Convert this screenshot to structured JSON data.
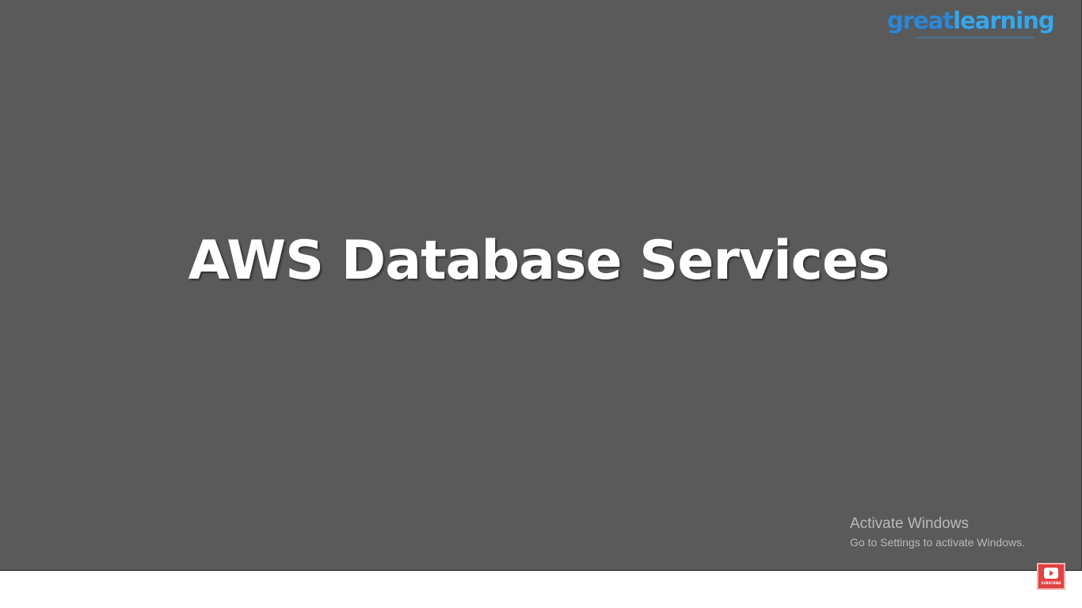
{
  "slide": {
    "title": "AWS Database Services",
    "background_color": "#5a5a5a"
  },
  "logo": {
    "part1": "great",
    "part2": "learning"
  },
  "watermark": {
    "title": "Activate Windows",
    "subtitle": "Go to Settings to activate Windows."
  },
  "subscribe": {
    "label": "SUBSCRIBE",
    "icon": "youtube-play-icon",
    "color": "#e04141"
  }
}
